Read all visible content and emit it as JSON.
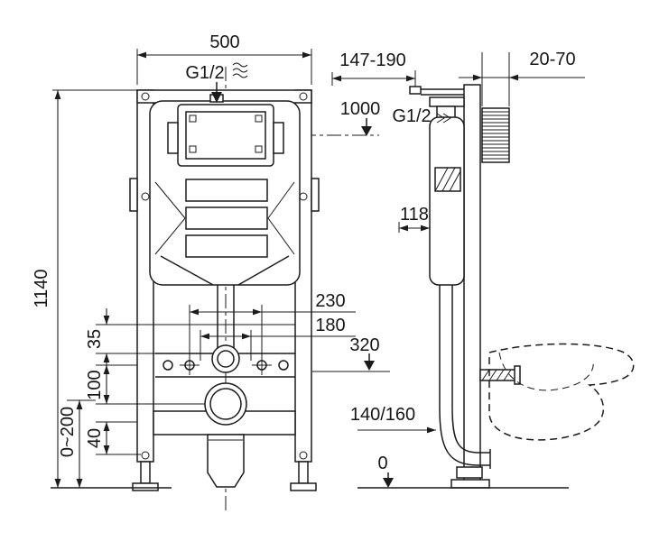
{
  "colors": {
    "line": "#1b1b1b",
    "background": "#ffffff"
  },
  "front_view": {
    "width": "500",
    "inlet": "G1/2",
    "height": "1140",
    "plate_center_height": "1000",
    "dim_35": "35",
    "dim_100": "100",
    "dim_40": "40",
    "foot_adjust_range": "0~200",
    "fixing_span_outer": "230",
    "fixing_span_inner": "180",
    "outlet_height": "320"
  },
  "side_view": {
    "depth_range": "147-190",
    "wall_offset_range": "20-70",
    "inlet": "G1/2",
    "dim_118": "118",
    "outlet_pipe": "140/160",
    "floor_level": "0"
  }
}
